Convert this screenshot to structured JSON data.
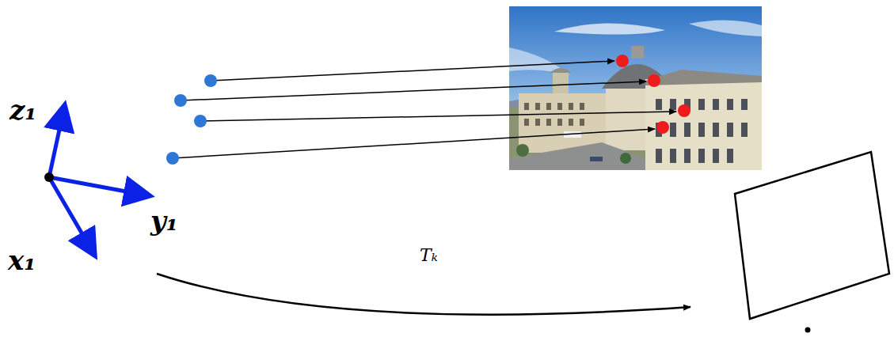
{
  "diagram": {
    "labels": [
      "z₁",
      "y₁",
      "x₁",
      "Tₖ"
    ]
  }
}
